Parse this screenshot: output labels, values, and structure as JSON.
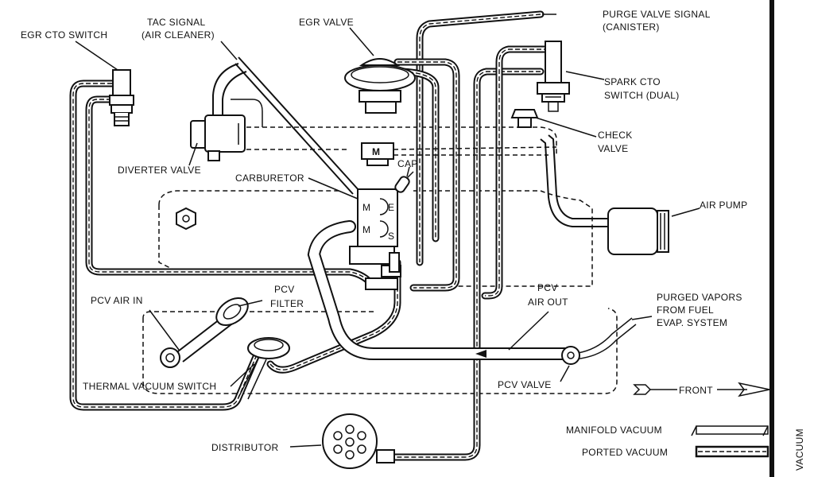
{
  "labels": {
    "egr_cto_switch": "EGR CTO SWITCH",
    "tac_signal_line1": "TAC SIGNAL",
    "tac_signal_line2": "(AIR CLEANER)",
    "egr_valve": "EGR VALVE",
    "purge_valve_line1": "PURGE VALVE SIGNAL",
    "purge_valve_line2": "(CANISTER)",
    "spark_cto_line1": "SPARK CTO",
    "spark_cto_line2": "SWITCH (DUAL)",
    "check_valve_line1": "CHECK",
    "check_valve_line2": "VALVE",
    "diverter_valve": "DIVERTER VALVE",
    "carburetor": "CARBURETOR",
    "cap": "CAP",
    "air_pump": "AIR PUMP",
    "pcv_air_in": "PCV AIR IN",
    "pcv_filter_line1": "PCV",
    "pcv_filter_line2": "FILTER",
    "pcv_air_out_line1": "PCV",
    "pcv_air_out_line2": "AIR OUT",
    "purged_vapors_line1": "PURGED VAPORS",
    "purged_vapors_line2": "FROM FUEL",
    "purged_vapors_line3": "EVAP. SYSTEM",
    "thermal_vacuum_switch": "THERMAL VACUUM SWITCH",
    "pcv_valve": "PCV VALVE",
    "front": "FRONT",
    "distributor": "DISTRIBUTOR",
    "carb_m": "M",
    "carb_e": "E",
    "carb_s": "S"
  },
  "legend": {
    "manifold_vacuum": "MANIFOLD VACUUM",
    "ported_vacuum": "PORTED VACUUM"
  },
  "margin_text": "VACUUM"
}
